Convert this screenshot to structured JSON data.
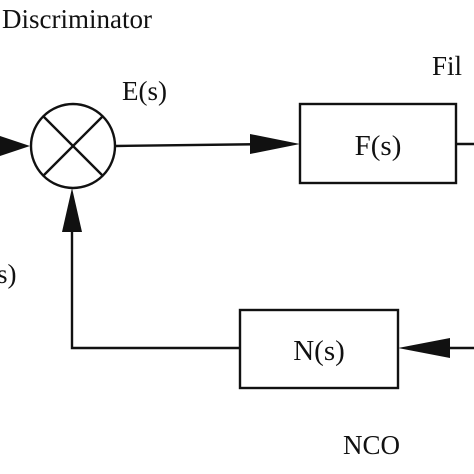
{
  "labels": {
    "discriminator": "Discriminator",
    "error_signal": "E(s)",
    "filter_partial": "Fil",
    "filter_block": "F(s)",
    "nco_block": "N(s)",
    "nco": "NCO",
    "left_partial": "s)"
  },
  "symbols": {
    "summing_junction": "multiply-cross-icon"
  },
  "colors": {
    "stroke": "#111111",
    "background": "#ffffff"
  }
}
